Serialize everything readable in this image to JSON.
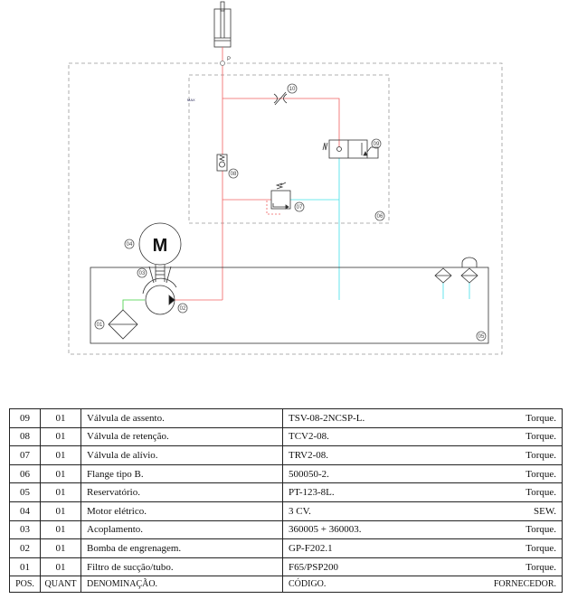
{
  "diagram": {
    "port_label": "P",
    "max_label": "MAX",
    "motor_label": "M",
    "callouts": [
      "01",
      "02",
      "03",
      "04",
      "05",
      "06",
      "07",
      "08",
      "09",
      "10"
    ],
    "colors": {
      "pressure": "#f06060",
      "return": "#40e0e8",
      "suction": "#40d040",
      "outline": "#333333",
      "dashed": "#999999"
    }
  },
  "parts_table": {
    "rows": [
      {
        "pos": "09",
        "quant": "01",
        "denominacao": "Válvula de assento.",
        "codigo": "TSV-08-2NCSP-L.",
        "fornecedor": "Torque."
      },
      {
        "pos": "08",
        "quant": "01",
        "denominacao": "Válvula de retenção.",
        "codigo": "TCV2-08.",
        "fornecedor": "Torque."
      },
      {
        "pos": "07",
        "quant": "01",
        "denominacao": "Válvula de alívio.",
        "codigo": "TRV2-08.",
        "fornecedor": "Torque."
      },
      {
        "pos": "06",
        "quant": "01",
        "denominacao": "Flange tipo B.",
        "codigo": "500050-2.",
        "fornecedor": "Torque."
      },
      {
        "pos": "05",
        "quant": "01",
        "denominacao": "Reservatório.",
        "codigo": "PT-123-8L.",
        "fornecedor": "Torque."
      },
      {
        "pos": "04",
        "quant": "01",
        "denominacao": "Motor elétrico.",
        "codigo": "3 CV.",
        "fornecedor": "SEW."
      },
      {
        "pos": "03",
        "quant": "01",
        "denominacao": "Acoplamento.",
        "codigo": "360005 + 360003.",
        "fornecedor": "Torque."
      },
      {
        "pos": "02",
        "quant": "01",
        "denominacao": "Bomba de engrenagem.",
        "codigo": "GP-F202.1",
        "fornecedor": "Torque."
      },
      {
        "pos": "01",
        "quant": "01",
        "denominacao": "Filtro de sucção/tubo.",
        "codigo": "F65/PSP200",
        "fornecedor": "Torque."
      }
    ],
    "header": {
      "pos": "POS.",
      "quant": "QUANT",
      "denominacao": "DENOMINAÇÃO.",
      "codigo": "CÓDIGO.",
      "fornecedor": "FORNECEDOR."
    }
  }
}
